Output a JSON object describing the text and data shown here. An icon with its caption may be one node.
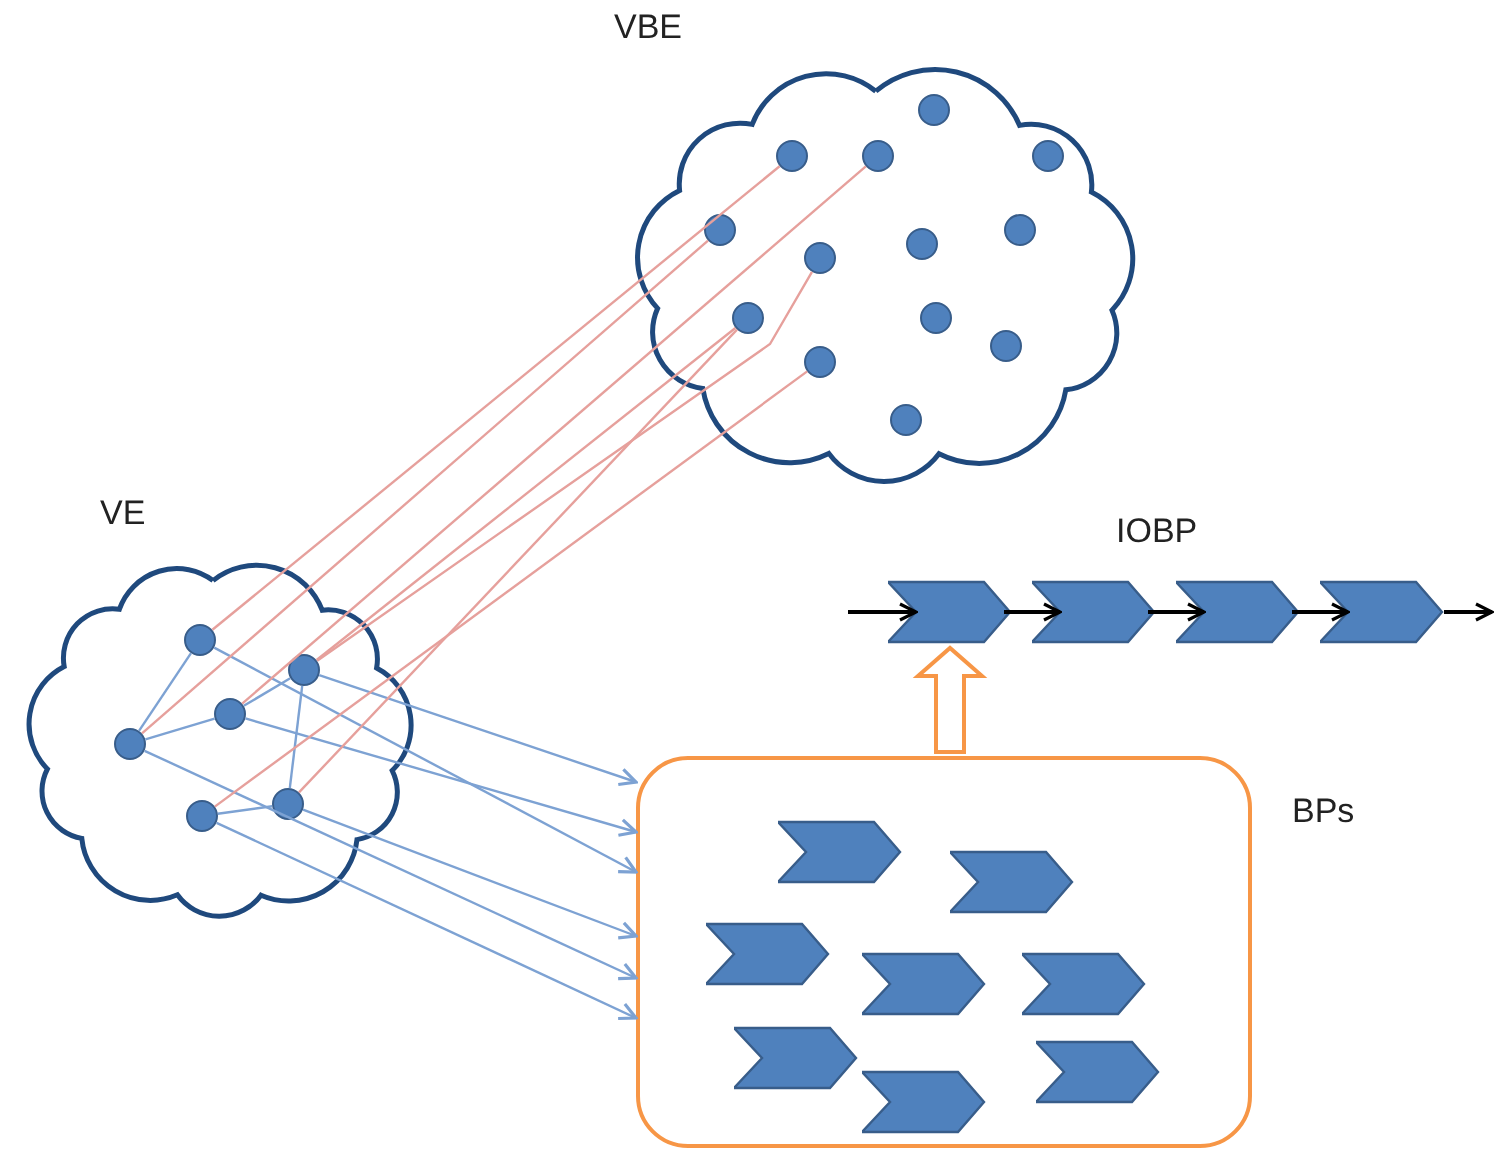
{
  "diagram": {
    "nodes": [
      {
        "text": [
          "VBE"
        ]
      },
      {
        "text": [],
        "shape": "circle",
        "in": 0
      },
      {
        "text": [],
        "shape": "circle",
        "in": 0
      },
      {
        "text": [],
        "shape": "circle",
        "in": 0
      },
      {
        "text": [],
        "shape": "circle",
        "in": 0
      },
      {
        "text": [],
        "shape": "circle",
        "in": 0
      },
      {
        "text": [],
        "shape": "circle",
        "in": 0
      },
      {
        "text": [],
        "shape": "circle",
        "in": 0
      },
      {
        "text": [],
        "shape": "circle",
        "in": 0
      },
      {
        "text": [],
        "shape": "circle",
        "in": 0
      },
      {
        "text": [],
        "shape": "circle",
        "in": 0
      },
      {
        "text": [],
        "shape": "circle",
        "in": 0
      },
      {
        "text": [],
        "shape": "circle",
        "in": 0
      },
      {
        "text": [],
        "shape": "circle",
        "in": 0
      },
      {
        "text": [
          "VE"
        ]
      },
      {
        "text": [],
        "shape": "circle",
        "in": 14
      },
      {
        "text": [],
        "shape": "circle",
        "in": 14
      },
      {
        "text": [],
        "shape": "circle",
        "in": 14
      },
      {
        "text": [],
        "shape": "circle",
        "in": 14
      },
      {
        "text": [],
        "shape": "circle",
        "in": 14
      },
      {
        "text": [],
        "shape": "circle",
        "in": 14
      },
      {
        "text": [
          "BPs"
        ]
      },
      {
        "text": [],
        "shape": "chevron",
        "in": 21
      },
      {
        "text": [],
        "shape": "chevron",
        "in": 21
      },
      {
        "text": [],
        "shape": "chevron",
        "in": 21
      },
      {
        "text": [],
        "shape": "chevron",
        "in": 21
      },
      {
        "text": [],
        "shape": "chevron",
        "in": 21
      },
      {
        "text": [],
        "shape": "chevron",
        "in": 21
      },
      {
        "text": [],
        "shape": "chevron",
        "in": 21
      },
      {
        "text": [],
        "shape": "chevron",
        "in": 21
      },
      {
        "text": [],
        "shape": "chevron"
      },
      {
        "text": [],
        "shape": "chevron"
      },
      {
        "text": [],
        "shape": "chevron"
      },
      {
        "text": [],
        "shape": "chevron"
      }
    ],
    "edges": [
      {
        "from": 18,
        "to": 15,
        "arrow": "none"
      },
      {
        "from": 18,
        "to": 17,
        "arrow": "none"
      },
      {
        "from": 17,
        "to": 16,
        "arrow": "none"
      },
      {
        "from": 16,
        "to": 19,
        "arrow": "none"
      },
      {
        "from": 20,
        "to": 19,
        "arrow": "none"
      },
      {
        "from": 15,
        "to": 21,
        "arrow": "to"
      },
      {
        "from": 16,
        "to": 21,
        "arrow": "to"
      },
      {
        "from": 17,
        "to": 21,
        "arrow": "to"
      },
      {
        "from": 19,
        "to": 21,
        "arrow": "to"
      },
      {
        "from": 18,
        "to": 21,
        "arrow": "to"
      },
      {
        "from": 20,
        "to": 21,
        "arrow": "to"
      },
      {
        "from": 15,
        "to": 2,
        "arrow": "none",
        "color": "#e6a09c"
      },
      {
        "from": 18,
        "to": 5,
        "arrow": "none",
        "color": "#e6a09c"
      },
      {
        "from": 17,
        "to": 3,
        "arrow": "none",
        "color": "#e6a09c"
      },
      {
        "from": 16,
        "to": 7,
        "arrow": "none",
        "color": "#e6a09c"
      },
      {
        "from": 16,
        "to": 9,
        "arrow": "none",
        "color": "#e6a09c"
      },
      {
        "from": 19,
        "to": 9,
        "arrow": "none",
        "color": "#e6a09c"
      },
      {
        "from": 20,
        "to": 12,
        "arrow": "none",
        "color": "#e6a09c"
      },
      {
        "from": null,
        "to": 30,
        "arrow": "to",
        "color": "#000000"
      },
      {
        "from": 30,
        "to": 31,
        "arrow": "to",
        "color": "#000000"
      },
      {
        "from": 31,
        "to": 32,
        "arrow": "to",
        "color": "#000000"
      },
      {
        "from": 32,
        "to": 33,
        "arrow": "to",
        "color": "#000000"
      },
      {
        "from": 33,
        "to": null,
        "arrow": "to",
        "color": "#000000"
      },
      {
        "from": 21,
        "to": 30,
        "arrow": "to",
        "style": "thick",
        "color": "#f79646"
      }
    ],
    "labels": [
      "IOBP"
    ]
  }
}
